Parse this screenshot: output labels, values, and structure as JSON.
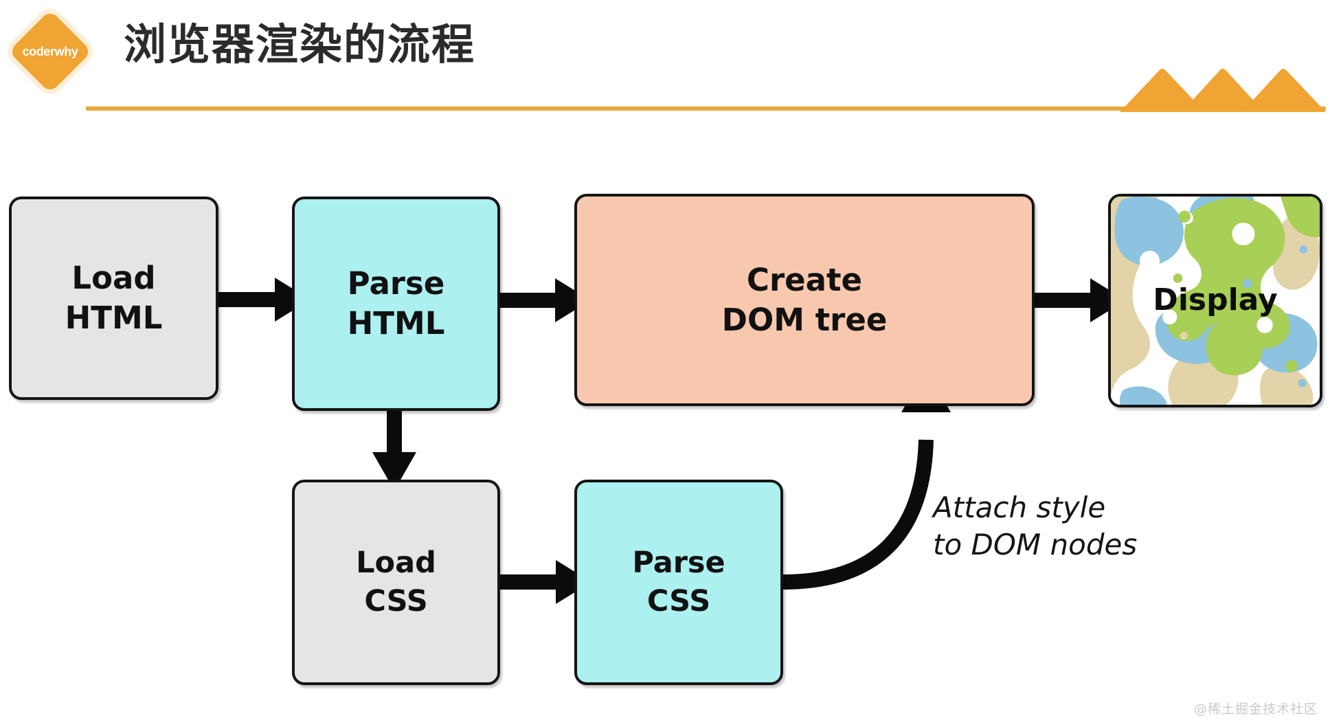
{
  "header": {
    "logo_text": "coderwhy",
    "title": "浏览器渲染的流程",
    "accent_color": "#E9A73A",
    "logo_color": "#EFA433",
    "mountain_count": 3
  },
  "diagram": {
    "type": "flowchart",
    "nodes": [
      {
        "id": "load-html",
        "label": "Load\nHTML",
        "fill": "#E5E5E5",
        "stroke": "#141414"
      },
      {
        "id": "parse-html",
        "label": "Parse\nHTML",
        "fill": "#ACF0F0",
        "stroke": "#141414"
      },
      {
        "id": "create-dom",
        "label": "Create\nDOM tree",
        "fill": "#F8C8AE",
        "stroke": "#141414"
      },
      {
        "id": "display",
        "label": "Display",
        "fill": "#FFFFFF",
        "stroke": "#141414"
      },
      {
        "id": "load-css",
        "label": "Load\nCSS",
        "fill": "#E5E5E5",
        "stroke": "#141414"
      },
      {
        "id": "parse-css",
        "label": "Parse\nCSS",
        "fill": "#ACF0F0",
        "stroke": "#141414"
      }
    ],
    "edges": [
      {
        "from": "load-html",
        "to": "parse-html",
        "label": ""
      },
      {
        "from": "parse-html",
        "to": "create-dom",
        "label": ""
      },
      {
        "from": "create-dom",
        "to": "display",
        "label": ""
      },
      {
        "from": "parse-html",
        "to": "load-css",
        "label": ""
      },
      {
        "from": "load-css",
        "to": "parse-css",
        "label": ""
      },
      {
        "from": "parse-css",
        "to": "create-dom",
        "label": "Attach style\nto DOM nodes"
      }
    ],
    "edge_label_attach": "Attach style\nto DOM nodes",
    "display_swatch_colors": [
      "#E3D3A8",
      "#8DC3E0",
      "#A8CF56",
      "#FFFFFF"
    ]
  },
  "watermark": "@稀土掘金技术社区"
}
